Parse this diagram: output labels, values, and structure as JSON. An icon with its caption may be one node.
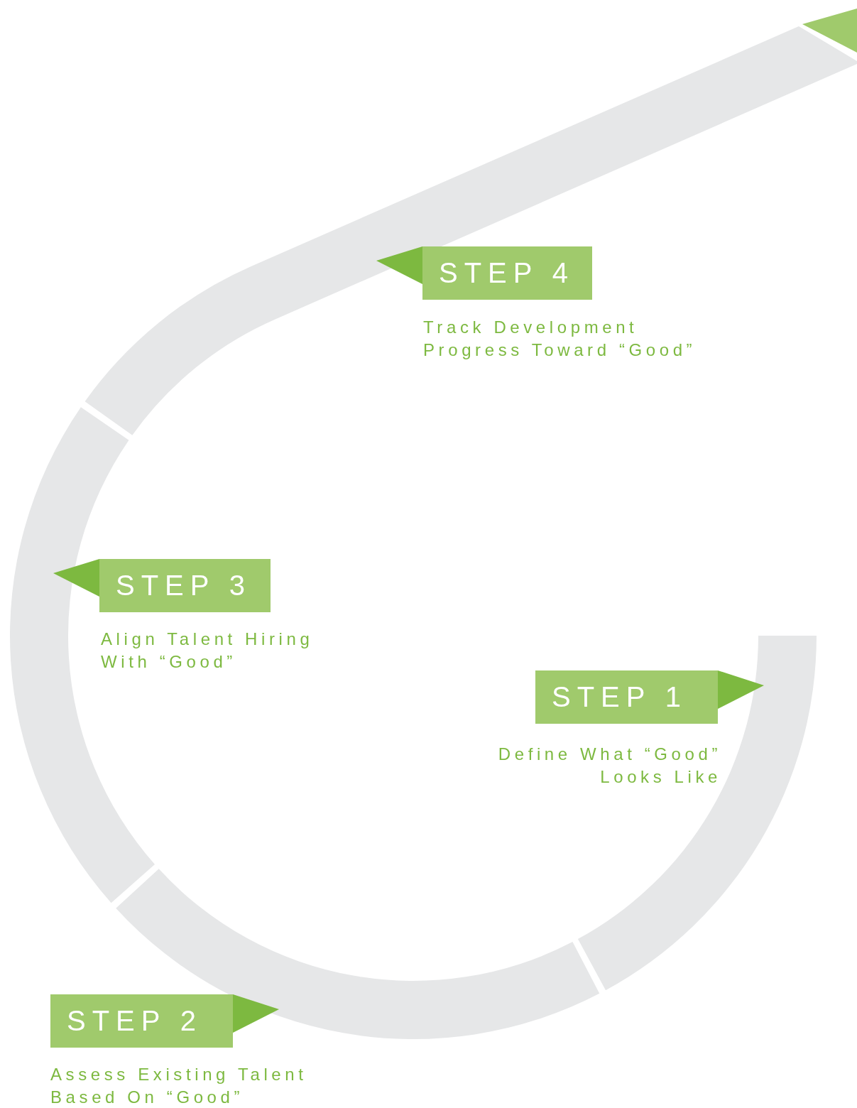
{
  "diagram": {
    "nodes": [
      {
        "text": [
          "STEP 1"
        ],
        "beside": [
          "Define What “Good” Looks Like"
        ]
      },
      {
        "text": [
          "STEP 2"
        ],
        "beside": [
          "Assess Existing Talent Based On “Good”"
        ]
      },
      {
        "text": [
          "STEP 3"
        ],
        "beside": [
          "Align Talent Hiring With “Good”"
        ]
      },
      {
        "text": [
          "STEP 4"
        ],
        "beside": [
          "Track Development Progress Toward “Good”"
        ]
      }
    ]
  }
}
